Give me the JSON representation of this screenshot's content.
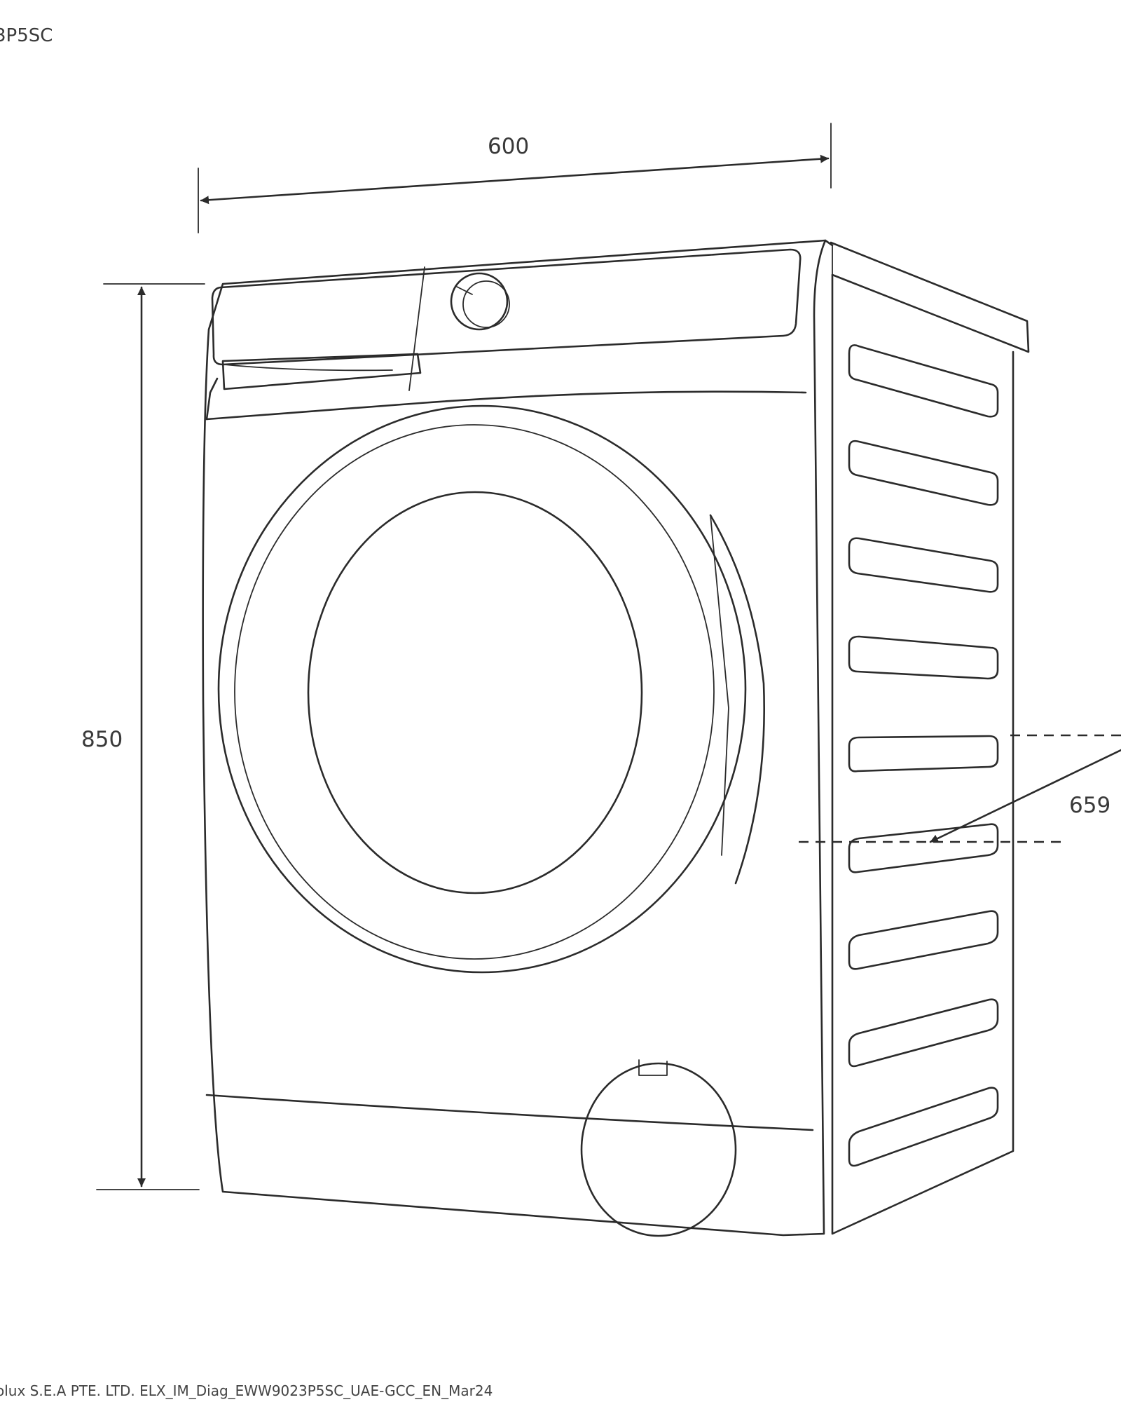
{
  "header": {
    "model_fragment": "3P5SC"
  },
  "dimensions": {
    "width": "600",
    "height": "850",
    "depth": "659"
  },
  "footer": {
    "text": "olux S.E.A PTE. LTD. ELX_IM_Diag_EWW9023P5SC_UAE-GCC_EN_Mar24"
  },
  "colors": {
    "line": "#2b2b2b",
    "background": "#ffffff"
  }
}
